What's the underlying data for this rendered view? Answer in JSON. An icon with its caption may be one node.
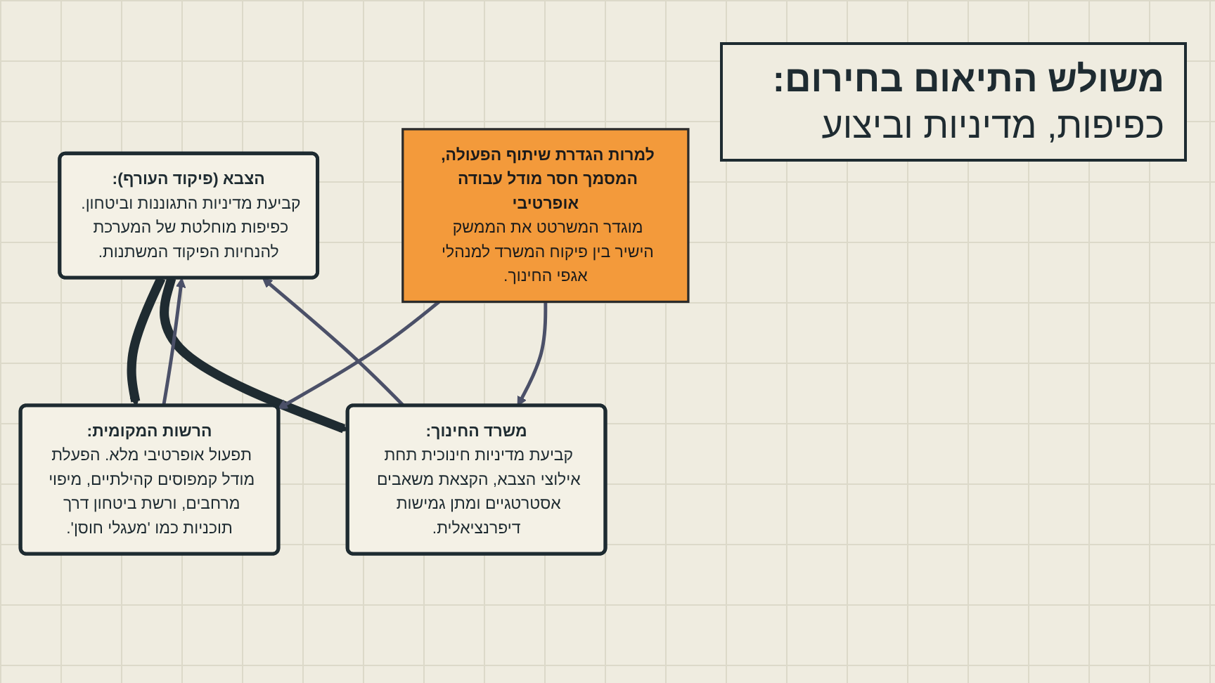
{
  "diagram": {
    "title": "**משולש התיאום בחירום:** כפיפות, מדיניות וביצוע",
    "nodes": [
      {
        "text": [
          "הצבא (פיקוד העורף):",
          "קביעת מדיניות התגוננות וביטחון. כפיפות מוחלטת של המערכת להנחיות הפיקוד המשתנות."
        ]
      },
      {
        "text": [
          "משרד החינוך:",
          "קביעת מדיניות חינוכית תחת אילוצי הצבא, הקצאת משאבים אסטרטגיים ומתן גמישות דיפרנציאלית."
        ]
      },
      {
        "text": [
          "הרשות המקומית:",
          "תפעול אופרטיבי מלא. הפעלת מודל קמפוסים קהילתיים, מיפוי מרחבים, ורשת ביטחון דרך תוכניות כמו 'מעגלי חוסן'."
        ]
      },
      {
        "text": [
          "למרות הגדרת שיתוף הפעולה, המסמך חסר מודל עבודה אופרטיבי",
          "מוגדר המשרטט את הממשק הישיר בין פיקוח המשרד למנהלי אגפי החינוך."
        ]
      }
    ],
    "edges": [
      {
        "from": 0,
        "to": 2,
        "arrow": "to",
        "style": "thick",
        "color": "#1f2b31"
      },
      {
        "from": 0,
        "to": 1,
        "arrow": "to",
        "style": "thick",
        "color": "#1f2b31"
      },
      {
        "from": 2,
        "to": 0,
        "arrow": "to"
      },
      {
        "from": 1,
        "to": 0,
        "arrow": "to"
      },
      {
        "from": 3,
        "to": 2,
        "arrow": "to"
      },
      {
        "from": 3,
        "to": 1,
        "arrow": "to"
      }
    ]
  }
}
